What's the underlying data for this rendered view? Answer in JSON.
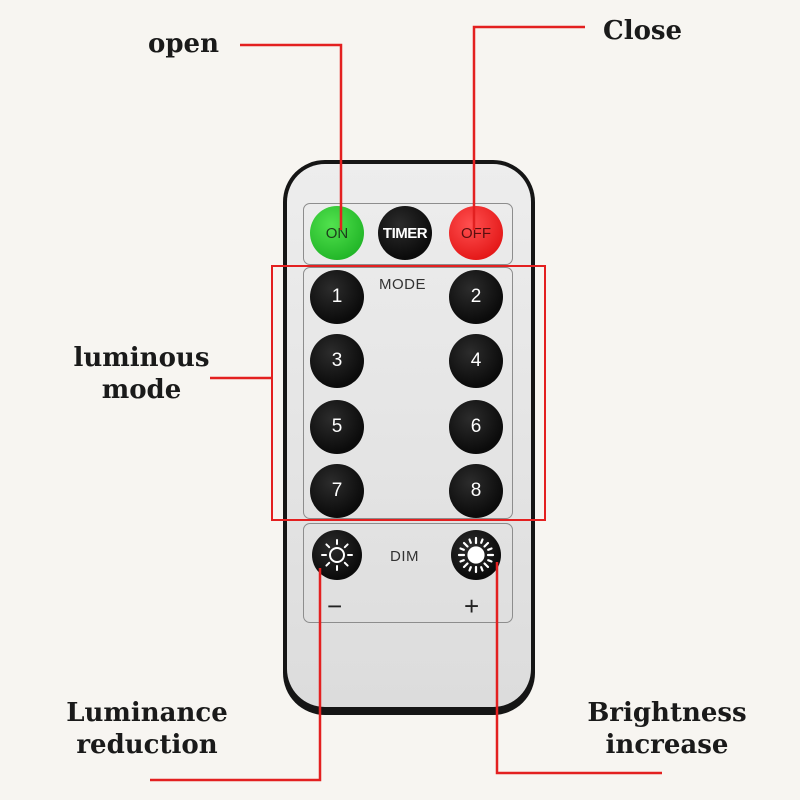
{
  "callouts": {
    "open": "open",
    "close": "Close",
    "mode_line1": "luminous",
    "mode_line2": "mode",
    "reduce_line1": "Luminance",
    "reduce_line2": "reduction",
    "increase_line1": "Brightness",
    "increase_line2": "increase"
  },
  "remote": {
    "top_row": {
      "on": "ON",
      "timer": "TIMER",
      "off": "OFF"
    },
    "mode_label": "MODE",
    "mode_buttons": [
      "1",
      "2",
      "3",
      "4",
      "5",
      "6",
      "7",
      "8"
    ],
    "dim_label": "DIM",
    "minus": "−",
    "plus": "+"
  },
  "icons": {
    "dim_down": "sun-outline-icon",
    "dim_up": "sun-filled-icon"
  },
  "colors": {
    "callout_line": "#e32020",
    "on_button": "#2ec92f",
    "off_button": "#ee2222",
    "button_black": "#111111",
    "remote_body": "#e8e8e8",
    "remote_frame": "#151515"
  }
}
